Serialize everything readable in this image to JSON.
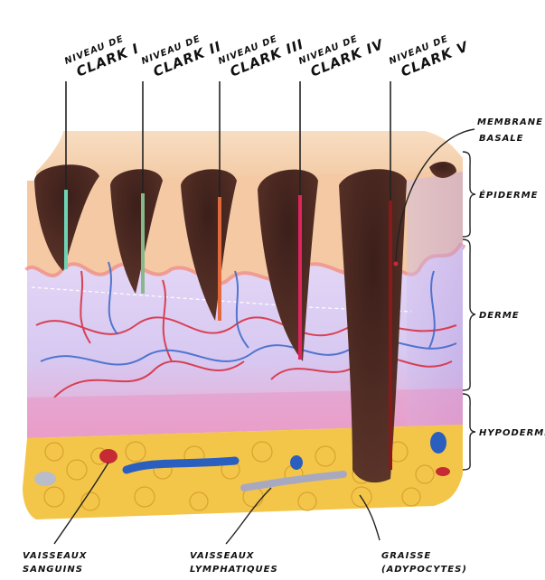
{
  "levels": [
    {
      "line1": "NIVEAU DE",
      "line2": "CLARK I",
      "color": "#6ed3b6"
    },
    {
      "line1": "NIVEAU DE",
      "line2": "CLARK II",
      "color": "#86b98a"
    },
    {
      "line1": "NIVEAU DE",
      "line2": "CLARK III",
      "color": "#e2693c"
    },
    {
      "line1": "NIVEAU DE",
      "line2": "CLARK IV",
      "color": "#e0245e"
    },
    {
      "line1": "NIVEAU DE",
      "line2": "CLARK V",
      "color": "#8a1a1a"
    }
  ],
  "layers": {
    "membrane_line1": "MEMBRANE",
    "membrane_line2": "BASALE",
    "epiderme": "ÉPIDERME",
    "derme": "DERME",
    "hypoderme": "HYPODERME"
  },
  "bottom_labels": {
    "vaisseaux_sanguins_1": "VAISSEAUX",
    "vaisseaux_sanguins_2": "SANGUINS",
    "vaisseaux_lymph_1": "VAISSEAUX",
    "vaisseaux_lymph_2": "LYMPHATIQUES",
    "graisse_1": "GRAISSE",
    "graisse_2": "(ADYPOCYTES)"
  },
  "colors": {
    "skin_top": "#f6d7b8",
    "epidermis": "#f4c9a3",
    "dermis": "#d9cdf3",
    "fat": "#f3c64a",
    "blood": "#d8283a",
    "lymph": "#2a5fc0",
    "tumor": "#4a2a24"
  }
}
